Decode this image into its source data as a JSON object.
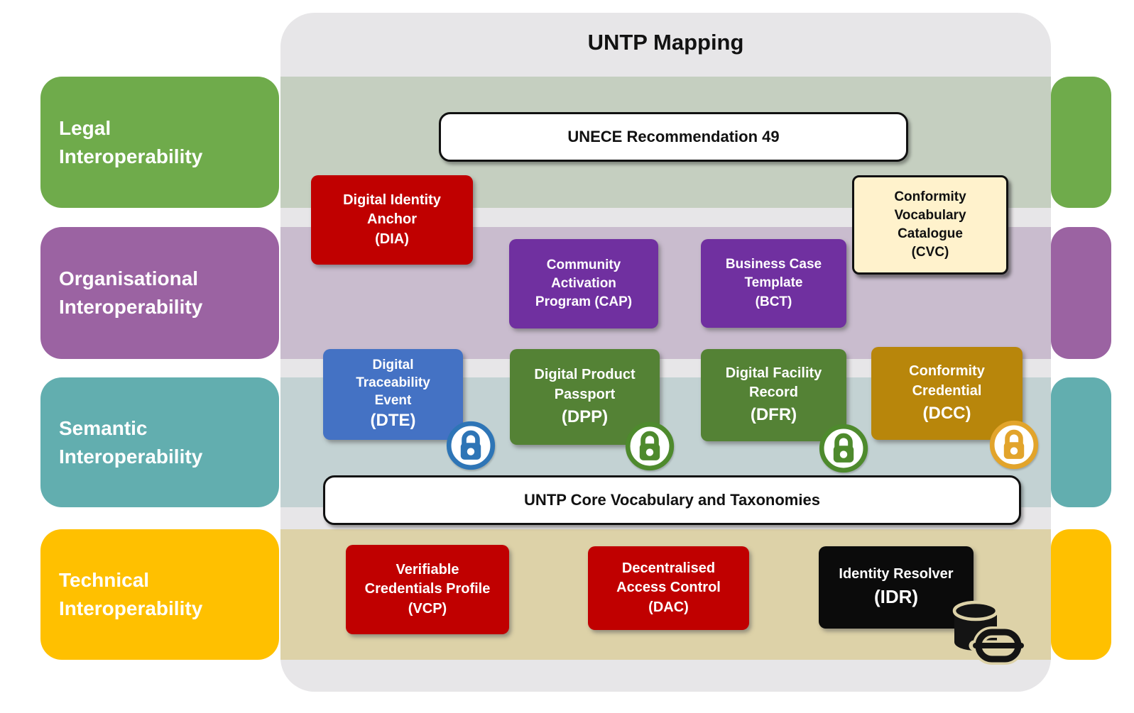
{
  "title": "UNTP Mapping",
  "rows": [
    {
      "id": "legal",
      "line1": "Legal",
      "line2": "Interoperability",
      "color": "#6FAB4B",
      "muted": "#C5CFC0"
    },
    {
      "id": "organisational",
      "line1": "Organisational",
      "line2": "Interoperability",
      "color": "#9B63A2",
      "muted": "#C9BCCE"
    },
    {
      "id": "semantic",
      "line1": "Semantic",
      "line2": "Interoperability",
      "color": "#62AEAF",
      "muted": "#C3D2D3"
    },
    {
      "id": "technical",
      "line1": "Technical",
      "line2": "Interoperability",
      "color": "#FFC000",
      "muted": "#DDD2A8"
    }
  ],
  "boxes": {
    "unece": {
      "label": "UNECE Recommendation 49"
    },
    "dia": {
      "l1": "Digital Identity",
      "l2": "Anchor",
      "l3": "(DIA)"
    },
    "cvc": {
      "l1": "Conformity",
      "l2": "Vocabulary",
      "l3": "Catalogue",
      "l4": "(CVC)"
    },
    "cap": {
      "l1": "Community",
      "l2": "Activation",
      "l3": "Program (CAP)"
    },
    "bct": {
      "l1": "Business Case",
      "l2": "Template",
      "l3": "(BCT)"
    },
    "dte": {
      "l1": "Digital",
      "l2": "Traceability",
      "l3": "Event",
      "l4": "(DTE)"
    },
    "dpp": {
      "l1": "Digital Product",
      "l2": "Passport",
      "l3": "(DPP)"
    },
    "dfr": {
      "l1": "Digital Facility",
      "l2": "Record",
      "l3": "(DFR)"
    },
    "dcc": {
      "l1": "Conformity",
      "l2": "Credential",
      "l3": "(DCC)"
    },
    "core": {
      "label": "UNTP Core Vocabulary and Taxonomies"
    },
    "vcp": {
      "l1": "Verifiable",
      "l2": "Credentials Profile",
      "l3": "(VCP)"
    },
    "dac": {
      "l1": "Decentralised",
      "l2": "Access Control",
      "l3": "(DAC)"
    },
    "idr": {
      "l1": "Identity Resolver",
      "l2": "(IDR)"
    }
  },
  "colors": {
    "panel_grey": "#E7E6E8",
    "box_red": "#C00000",
    "box_purple": "#7030A0",
    "box_blue": "#4472C4",
    "box_green": "#548235",
    "box_gold": "#B8860B",
    "box_black": "#0B0B0B",
    "box_cream": "#FFF2CC",
    "lock_blue": "#2E75B6",
    "lock_green": "#4E8A2D",
    "lock_gold": "#E2A42B"
  }
}
